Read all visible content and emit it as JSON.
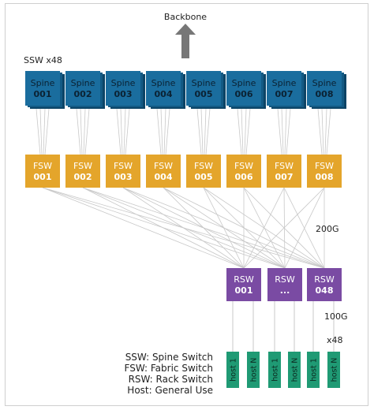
{
  "title": "Backbone",
  "ssw_count_label": "SSW x48",
  "spine_prefix": "Spine",
  "spines": [
    "001",
    "002",
    "003",
    "004",
    "005",
    "006",
    "007",
    "008"
  ],
  "fsw_prefix": "FSW",
  "fsws": [
    "001",
    "002",
    "003",
    "004",
    "005",
    "006",
    "007",
    "008"
  ],
  "rsw_prefix": "RSW",
  "rsws": [
    "001",
    "...",
    "048"
  ],
  "link_speed_fsw_rsw": "200G",
  "link_speed_rsw_host": "100G",
  "host_count_label": "x48",
  "hosts": [
    "host 1",
    "host N",
    "host 1",
    "host N",
    "host 1",
    "host N"
  ],
  "legend": [
    "SSW: Spine Switch",
    "FSW: Fabric Switch",
    "RSW: Rack Switch",
    "Host: General Use"
  ],
  "colors": {
    "spine_face": "#1a6d9e",
    "spine_shadow": "#0c4466",
    "fsw": "#e4a52b",
    "rsw": "#7a4ba3",
    "host": "#1f9a74",
    "arrow": "#777777",
    "link": "#c8c8c8"
  }
}
